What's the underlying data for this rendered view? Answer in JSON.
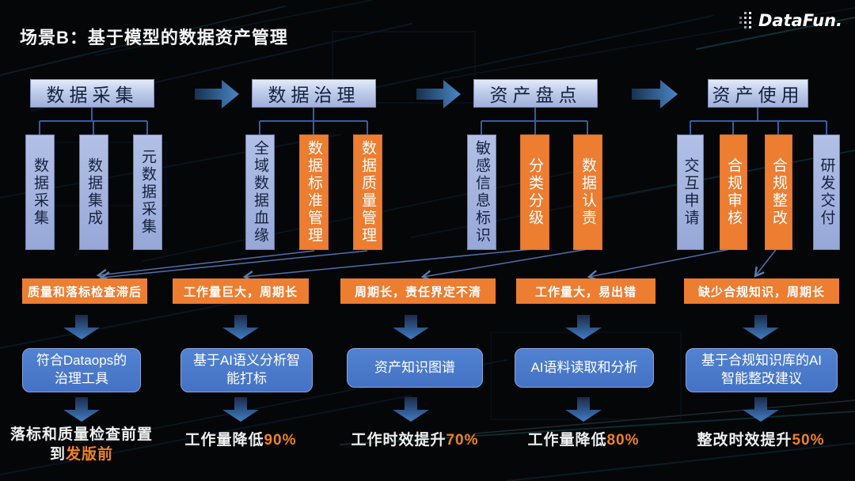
{
  "title": "场景B：基于模型的数据资产管理",
  "logo": {
    "name": "DataFun."
  },
  "colors": {
    "orange": "#ED7D31",
    "solution_blue": "#4472C4",
    "box_blue": "#9FB0DC",
    "connector_blue": "#4f6fad",
    "highlight_orange": "#f0821f"
  },
  "pipeline": {
    "columns": [
      {
        "header": "数据采集",
        "children": [
          {
            "label": "数据采集",
            "type": "blue"
          },
          {
            "label": "数据集成",
            "type": "blue"
          },
          {
            "label": "元数据采集",
            "type": "blue"
          }
        ]
      },
      {
        "header": "数据治理",
        "children": [
          {
            "label": "全域数据血缘",
            "type": "blue"
          },
          {
            "label": "数据标准管理",
            "type": "orange"
          },
          {
            "label": "数据质量管理",
            "type": "orange"
          }
        ]
      },
      {
        "header": "资产盘点",
        "children": [
          {
            "label": "敏感信息标识",
            "type": "blue"
          },
          {
            "label": "分类分级",
            "type": "orange"
          },
          {
            "label": "数据认责",
            "type": "orange"
          }
        ]
      },
      {
        "header": "资产使用",
        "children": [
          {
            "label": "交互申请",
            "type": "blue"
          },
          {
            "label": "合规审核",
            "type": "orange"
          },
          {
            "label": "合规整改",
            "type": "orange"
          },
          {
            "label": "研发交付",
            "type": "blue"
          }
        ]
      }
    ]
  },
  "flows": [
    {
      "pain": "质量和落标检查滞后",
      "solution": "符合Dataops的\n治理工具",
      "result": {
        "prefix": "落标和质量检查前置\n到",
        "highlight": "发版前"
      }
    },
    {
      "pain": "工作量巨大，周期长",
      "solution": "基于AI语义分析智\n能打标",
      "result": {
        "prefix": "工作量降低",
        "highlight": "90%"
      }
    },
    {
      "pain": "周期长，责任界定不清",
      "solution": "资产知识图谱",
      "result": {
        "prefix": "工作时效提升",
        "highlight": "70%"
      }
    },
    {
      "pain": "工作量大，易出错",
      "solution": "AI语料读取和分析",
      "result": {
        "prefix": "工作量降低",
        "highlight": "80%"
      }
    },
    {
      "pain": "缺少合规知识，周期长",
      "solution": "基于合规知识库的AI\n智能整改建议",
      "result": {
        "prefix": "整改时效提升",
        "highlight": "50%"
      }
    }
  ]
}
